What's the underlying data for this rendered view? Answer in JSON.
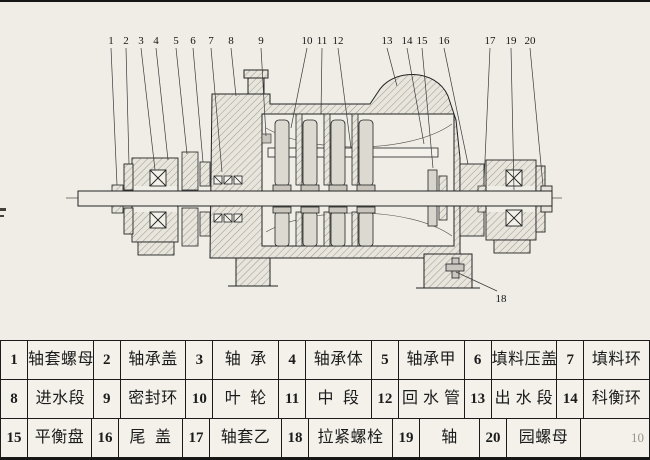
{
  "figure": {
    "callouts": [
      "1",
      "2",
      "3",
      "4",
      "5",
      "6",
      "7",
      "8",
      "9",
      "10",
      "11",
      "12",
      "13",
      "14",
      "15",
      "16",
      "17",
      "18",
      "19",
      "20"
    ]
  },
  "table": {
    "rows": [
      [
        {
          "num": "1",
          "name": "轴套螺母"
        },
        {
          "num": "2",
          "name": "轴承盖"
        },
        {
          "num": "3",
          "name": "轴  承"
        },
        {
          "num": "4",
          "name": "轴承体"
        },
        {
          "num": "5",
          "name": "轴承甲"
        },
        {
          "num": "6",
          "name": "填料压盖"
        },
        {
          "num": "7",
          "name": "填料环"
        }
      ],
      [
        {
          "num": "8",
          "name": "进水段"
        },
        {
          "num": "9",
          "name": "密封环"
        },
        {
          "num": "10",
          "name": "叶  轮"
        },
        {
          "num": "11",
          "name": "中  段"
        },
        {
          "num": "12",
          "name": "回 水 管"
        },
        {
          "num": "13",
          "name": "出 水 段"
        },
        {
          "num": "14",
          "name": "科衡环"
        }
      ],
      [
        {
          "num": "15",
          "name": "平衡盘"
        },
        {
          "num": "16",
          "name": "尾  盖"
        },
        {
          "num": "17",
          "name": "轴套乙"
        },
        {
          "num": "18",
          "name": "拉紧螺栓"
        },
        {
          "num": "19",
          "name": "轴"
        },
        {
          "num": "20",
          "name": "园螺母"
        }
      ]
    ],
    "margin_note": "10"
  }
}
